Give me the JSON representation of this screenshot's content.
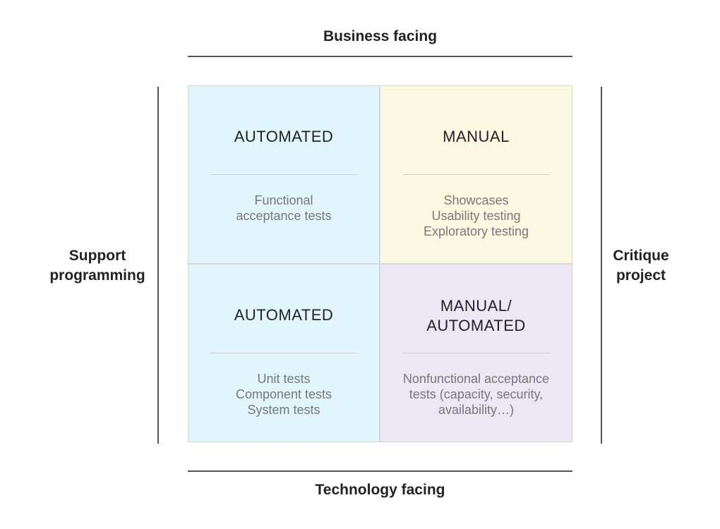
{
  "axes": {
    "top": "Business facing",
    "bottom": "Technology facing",
    "left": [
      "Support",
      "programming"
    ],
    "right": [
      "Critique",
      "project"
    ]
  },
  "quadrants": [
    {
      "title": [
        "AUTOMATED"
      ],
      "description": [
        "Functional",
        "acceptance tests"
      ],
      "color": "#e1f5fd"
    },
    {
      "title": [
        "MANUAL"
      ],
      "description": [
        "Showcases",
        "Usability testing",
        "Exploratory testing"
      ],
      "color": "#fdf8e1"
    },
    {
      "title": [
        "AUTOMATED"
      ],
      "description": [
        "Unit tests",
        "Component tests",
        "System tests"
      ],
      "color": "#e1f5fd"
    },
    {
      "title": [
        "MANUAL/",
        "AUTOMATED"
      ],
      "description": [
        "Nonfunctional acceptance",
        "tests (capacity, security,",
        "availability…)"
      ],
      "color": "#ece6f5"
    }
  ]
}
